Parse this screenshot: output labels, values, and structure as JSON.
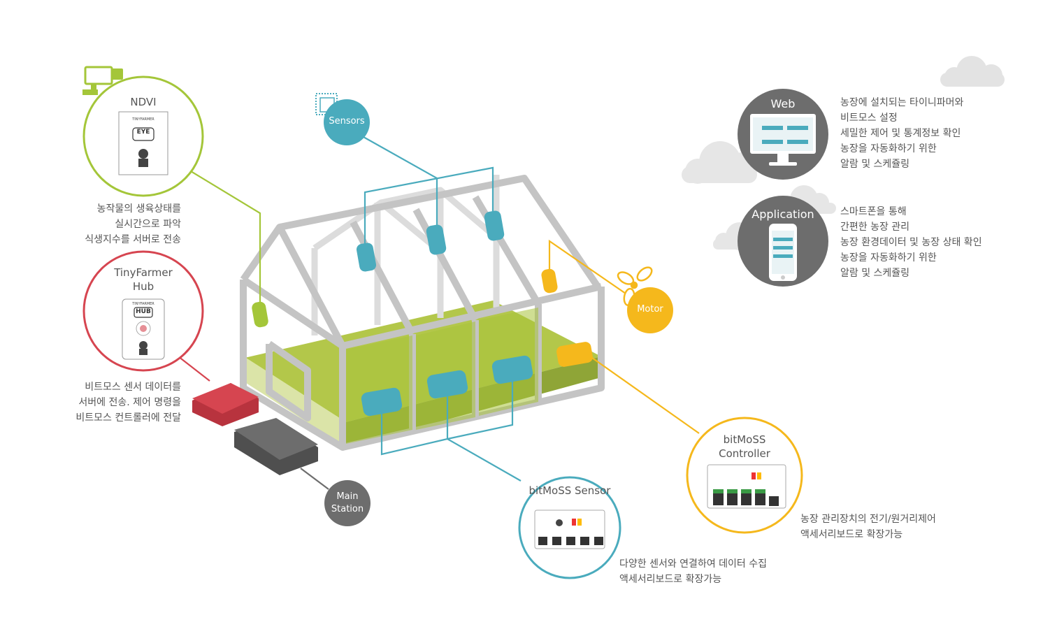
{
  "nodes": {
    "ndvi": {
      "title": "NDVI",
      "desc": [
        "농작물의 생육상태를",
        "실시간으로 파악",
        "식생지수를 서버로 전송"
      ],
      "color": "#a4c639"
    },
    "hub": {
      "title_lines": [
        "TinyFarmer",
        "Hub"
      ],
      "desc": [
        "비트모스 센서 데이터를",
        "서버에 전송. 제어 명령을",
        "비트모스 컨트롤러에 전달"
      ],
      "color": "#d64550"
    },
    "sensors": {
      "label": "Sensors",
      "color": "#4aabbd"
    },
    "motor": {
      "label": "Motor",
      "color": "#f5b81c"
    },
    "main_station": {
      "label_lines": [
        "Main",
        "Station"
      ],
      "color": "#6d6d6d"
    },
    "bitmoss_sensor": {
      "title": "bitMoSS Sensor",
      "desc": [
        "다양한 센서와 연결하여 데이터 수집",
        "액세서리보드로 확장가능"
      ],
      "color": "#4aabbd"
    },
    "bitmoss_controller": {
      "title_lines": [
        "bitMoSS",
        "Controller"
      ],
      "desc": [
        "농장 관리장치의 전기/원거리제어",
        "액세서리보드로 확장가능"
      ],
      "color": "#f5b81c"
    },
    "web": {
      "label": "Web",
      "desc": [
        "농장에 설치되는 타이니파머와",
        "비트모스 설정",
        "세밀한 제어 및 통계정보 확인",
        "농장을 자동화하기 위한",
        "알람 및 스케쥴링"
      ],
      "color": "#6d6d6d"
    },
    "application": {
      "label": "Application",
      "desc": [
        "스마트폰을 통해",
        "간편한 농장 관리",
        "농장 환경데이터 및 농장 상태 확인",
        "농장을 자동화하기 위한",
        "알람 및 스케쥴링"
      ],
      "color": "#6d6d6d"
    }
  },
  "device_labels": {
    "eye": "EYE",
    "hub": "HUB",
    "brand": "TINYFARMER"
  },
  "icons": [
    "camera-icon",
    "chip-icon",
    "fan-icon",
    "cloud-icon",
    "monitor-icon",
    "smartphone-icon"
  ]
}
